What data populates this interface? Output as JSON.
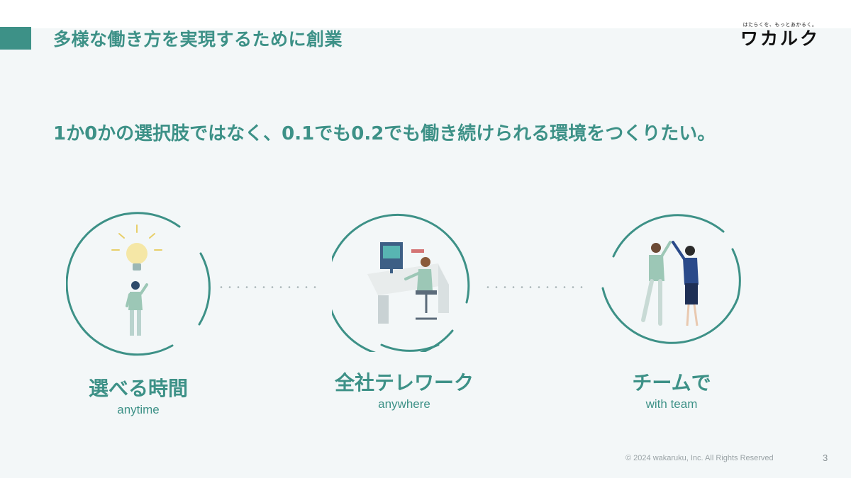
{
  "header": {
    "title": "多様な働き方を実現するために創業"
  },
  "logo": {
    "tagline": "はたらくを、もっとあかるく。",
    "mark": "ワカルク"
  },
  "lead": "1か0かの選択肢ではなく、0.1でも0.2でも働き続けられる環境をつくりたい。",
  "features": [
    {
      "title": "選べる時間",
      "subtitle": "anytime",
      "icon": "lightbulb-person-illustration"
    },
    {
      "title": "全社テレワーク",
      "subtitle": "anywhere",
      "icon": "desk-worker-illustration"
    },
    {
      "title": "チームで",
      "subtitle": "with team",
      "icon": "high-five-illustration"
    }
  ],
  "footer": {
    "copyright": "© 2024 wakaruku, Inc. All Rights Reserved",
    "page_number": "3"
  },
  "colors": {
    "accent": "#3d9187",
    "background": "#f3f7f8"
  }
}
